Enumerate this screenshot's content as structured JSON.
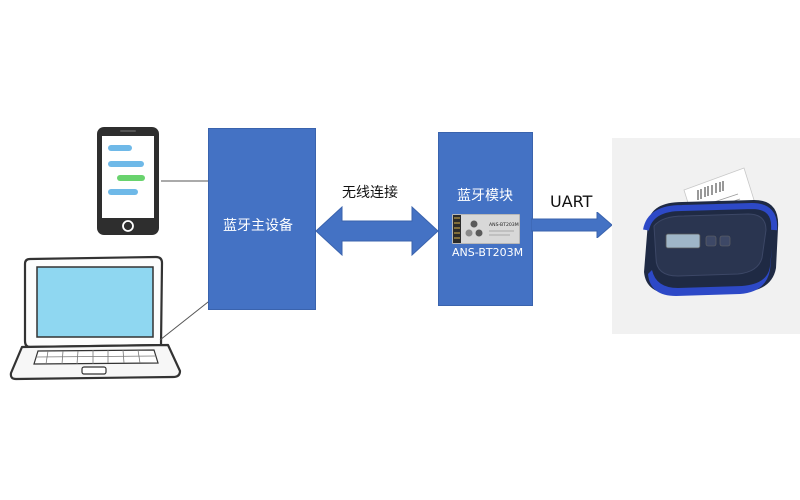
{
  "colors": {
    "box_fill": "#4472c4",
    "box_stroke": "#3a63ad",
    "arrow": "#4472c4",
    "line": "#555555",
    "printer_body": "#1f2a44",
    "printer_accent": "#2d49c7",
    "panel_bg": "#f1f1f1"
  },
  "master_device": {
    "label": "蓝牙主设备"
  },
  "connection": {
    "label": "无线连接"
  },
  "bt_module": {
    "label": "蓝牙模块",
    "chip_text": "ANS-BT203M",
    "model_label": "ANS-BT203M"
  },
  "uart": {
    "label": "UART"
  },
  "devices": {
    "phone_icon": "smartphone-icon",
    "laptop_icon": "laptop-icon",
    "printer_icon": "thermal-printer-icon"
  }
}
